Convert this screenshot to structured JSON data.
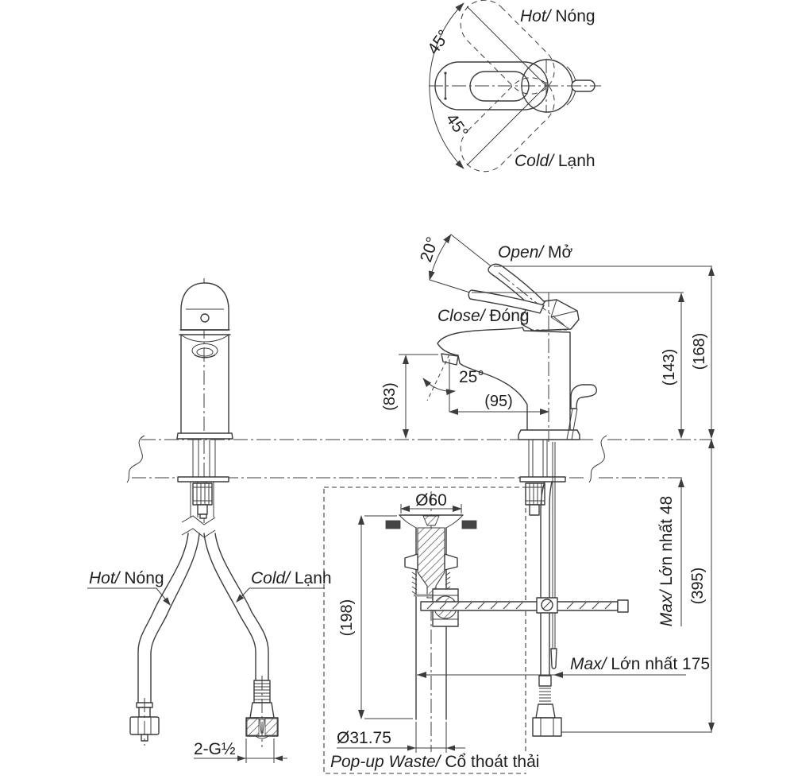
{
  "labels": {
    "top_view": {
      "hot": {
        "en": "Hot/",
        "vi": " Nóng"
      },
      "cold": {
        "en": "Cold/",
        "vi": " Lạnh"
      },
      "swing_up": "45°",
      "swing_down": "45°"
    },
    "side_view": {
      "open": {
        "en": "Open/",
        "vi": " Mở"
      },
      "close": {
        "en": "Close/",
        "vi": " Đóng"
      },
      "lever_angle": "20°",
      "spout_angle": "25°",
      "dim_spout_height": "(83)",
      "dim_spout_reach": "(95)",
      "dim_height_closed": "(143)",
      "dim_height_open": "(168)"
    },
    "installation": {
      "deck_thickness_max": {
        "en": "Max/",
        "vi": " Lớn nhất 48"
      },
      "dim_total_depth": "(395)",
      "rod_length_max": {
        "en": "Max/",
        "vi": " Lớn nhất 175"
      }
    },
    "supply_lines": {
      "hot": {
        "en": "Hot/",
        "vi": " Nóng"
      },
      "cold": {
        "en": "Cold/",
        "vi": " Lạnh"
      },
      "thread": "2-G½"
    },
    "popup_waste": {
      "dim_flange_dia": "Ø60",
      "dim_height": "(198)",
      "dim_tube_dia": "Ø31.75",
      "caption": {
        "en": "Pop-up Waste/",
        "vi": " Cổ thoát thải"
      }
    }
  },
  "colors": {
    "background": "#ffffff",
    "line": "#3c3c3c",
    "text": "#1f1f1f"
  }
}
